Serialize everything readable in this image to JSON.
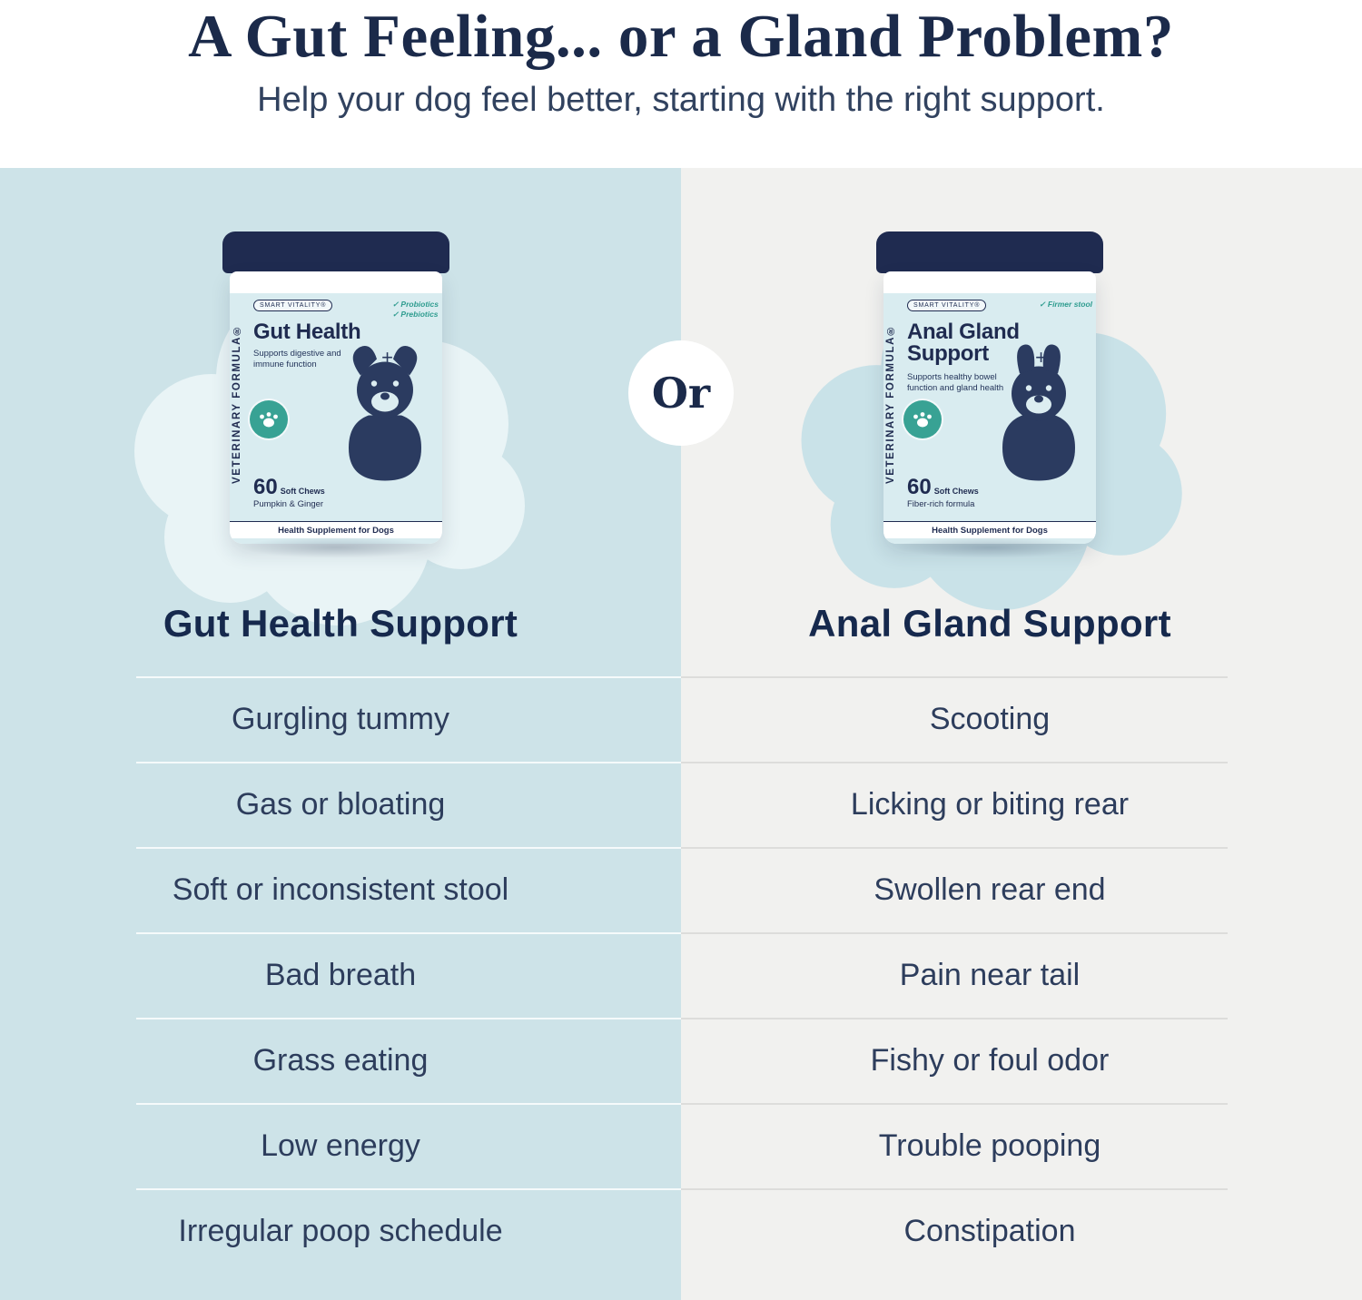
{
  "header": {
    "title": "A Gut Feeling... or a Gland Problem?",
    "subtitle": "Help your dog feel better, starting with the right support."
  },
  "divider": {
    "or_label": "Or"
  },
  "colors": {
    "brand_navy": "#1f2b50",
    "teal_accent": "#38a294",
    "left_panel_bg": "#cde3e8",
    "right_panel_bg": "#f1f1ef"
  },
  "left": {
    "heading": "Gut Health Support",
    "items": [
      "Gurgling tummy",
      "Gas or bloating",
      "Soft or inconsistent stool",
      "Bad breath",
      "Grass eating",
      "Low energy",
      "Irregular poop schedule"
    ],
    "product": {
      "brand_vertical": "VETERINARY FORMULA®",
      "range_badge": "SMART VITALITY®",
      "checks": [
        "✓ Probiotics",
        "✓ Prebiotics"
      ],
      "title_line1": "Gut Health",
      "title_line2": "",
      "description": "Supports digestive and immune function",
      "count": "60",
      "count_unit": "Soft Chews",
      "variant": "Pumpkin & Ginger",
      "footer": "Health Supplement for Dogs"
    }
  },
  "right": {
    "heading": "Anal Gland Support",
    "items": [
      "Scooting",
      "Licking or biting rear",
      "Swollen rear end",
      "Pain near tail",
      "Fishy or foul odor",
      "Trouble pooping",
      "Constipation"
    ],
    "product": {
      "brand_vertical": "VETERINARY FORMULA®",
      "range_badge": "SMART VITALITY®",
      "checks": [
        "✓ Firmer stool"
      ],
      "title_line1": "Anal Gland",
      "title_line2": "Support",
      "description": "Supports healthy bowel function and gland health",
      "count": "60",
      "count_unit": "Soft Chews",
      "variant": "Fiber-rich formula",
      "footer": "Health Supplement for Dogs"
    }
  }
}
